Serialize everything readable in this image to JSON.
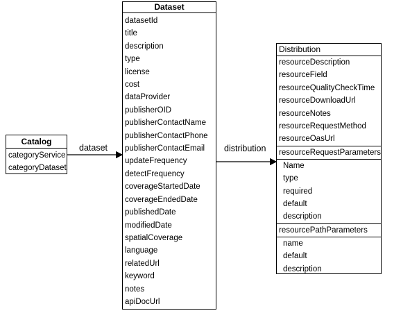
{
  "catalog": {
    "title": "Catalog",
    "fields": [
      "categoryService",
      "categoryDataset"
    ]
  },
  "dataset": {
    "title": "Dataset",
    "fields": [
      "datasetId",
      "title",
      "description",
      "type",
      "license",
      "cost",
      "dataProvider",
      "publisherOID",
      "publisherContactName",
      "publisherContactPhone",
      "publisherContactEmail",
      "updateFrequency",
      "detectFrequency",
      "coverageStartedDate",
      "coverageEndedDate",
      "publishedDate",
      "modifiedDate",
      "spatialCoverage",
      "language",
      "relatedUrl",
      "keyword",
      "notes",
      "apiDocUrl"
    ]
  },
  "distribution": {
    "title": "Distribution",
    "fields": [
      "resourceDescription",
      "resourceField",
      "resourceQualityCheckTime",
      "resourceDownloadUrl",
      "resourceNotes",
      "resourceRequestMethod",
      "resourceOasUrl"
    ],
    "request_params": {
      "title": "resourceRequestParameters",
      "fields": [
        "Name",
        "type",
        "required",
        "default",
        "description"
      ]
    },
    "path_params": {
      "title": "resourcePathParameters",
      "fields": [
        "name",
        "default",
        "description"
      ]
    }
  },
  "edges": {
    "catalog_dataset": "dataset",
    "dataset_distribution": "distribution"
  }
}
